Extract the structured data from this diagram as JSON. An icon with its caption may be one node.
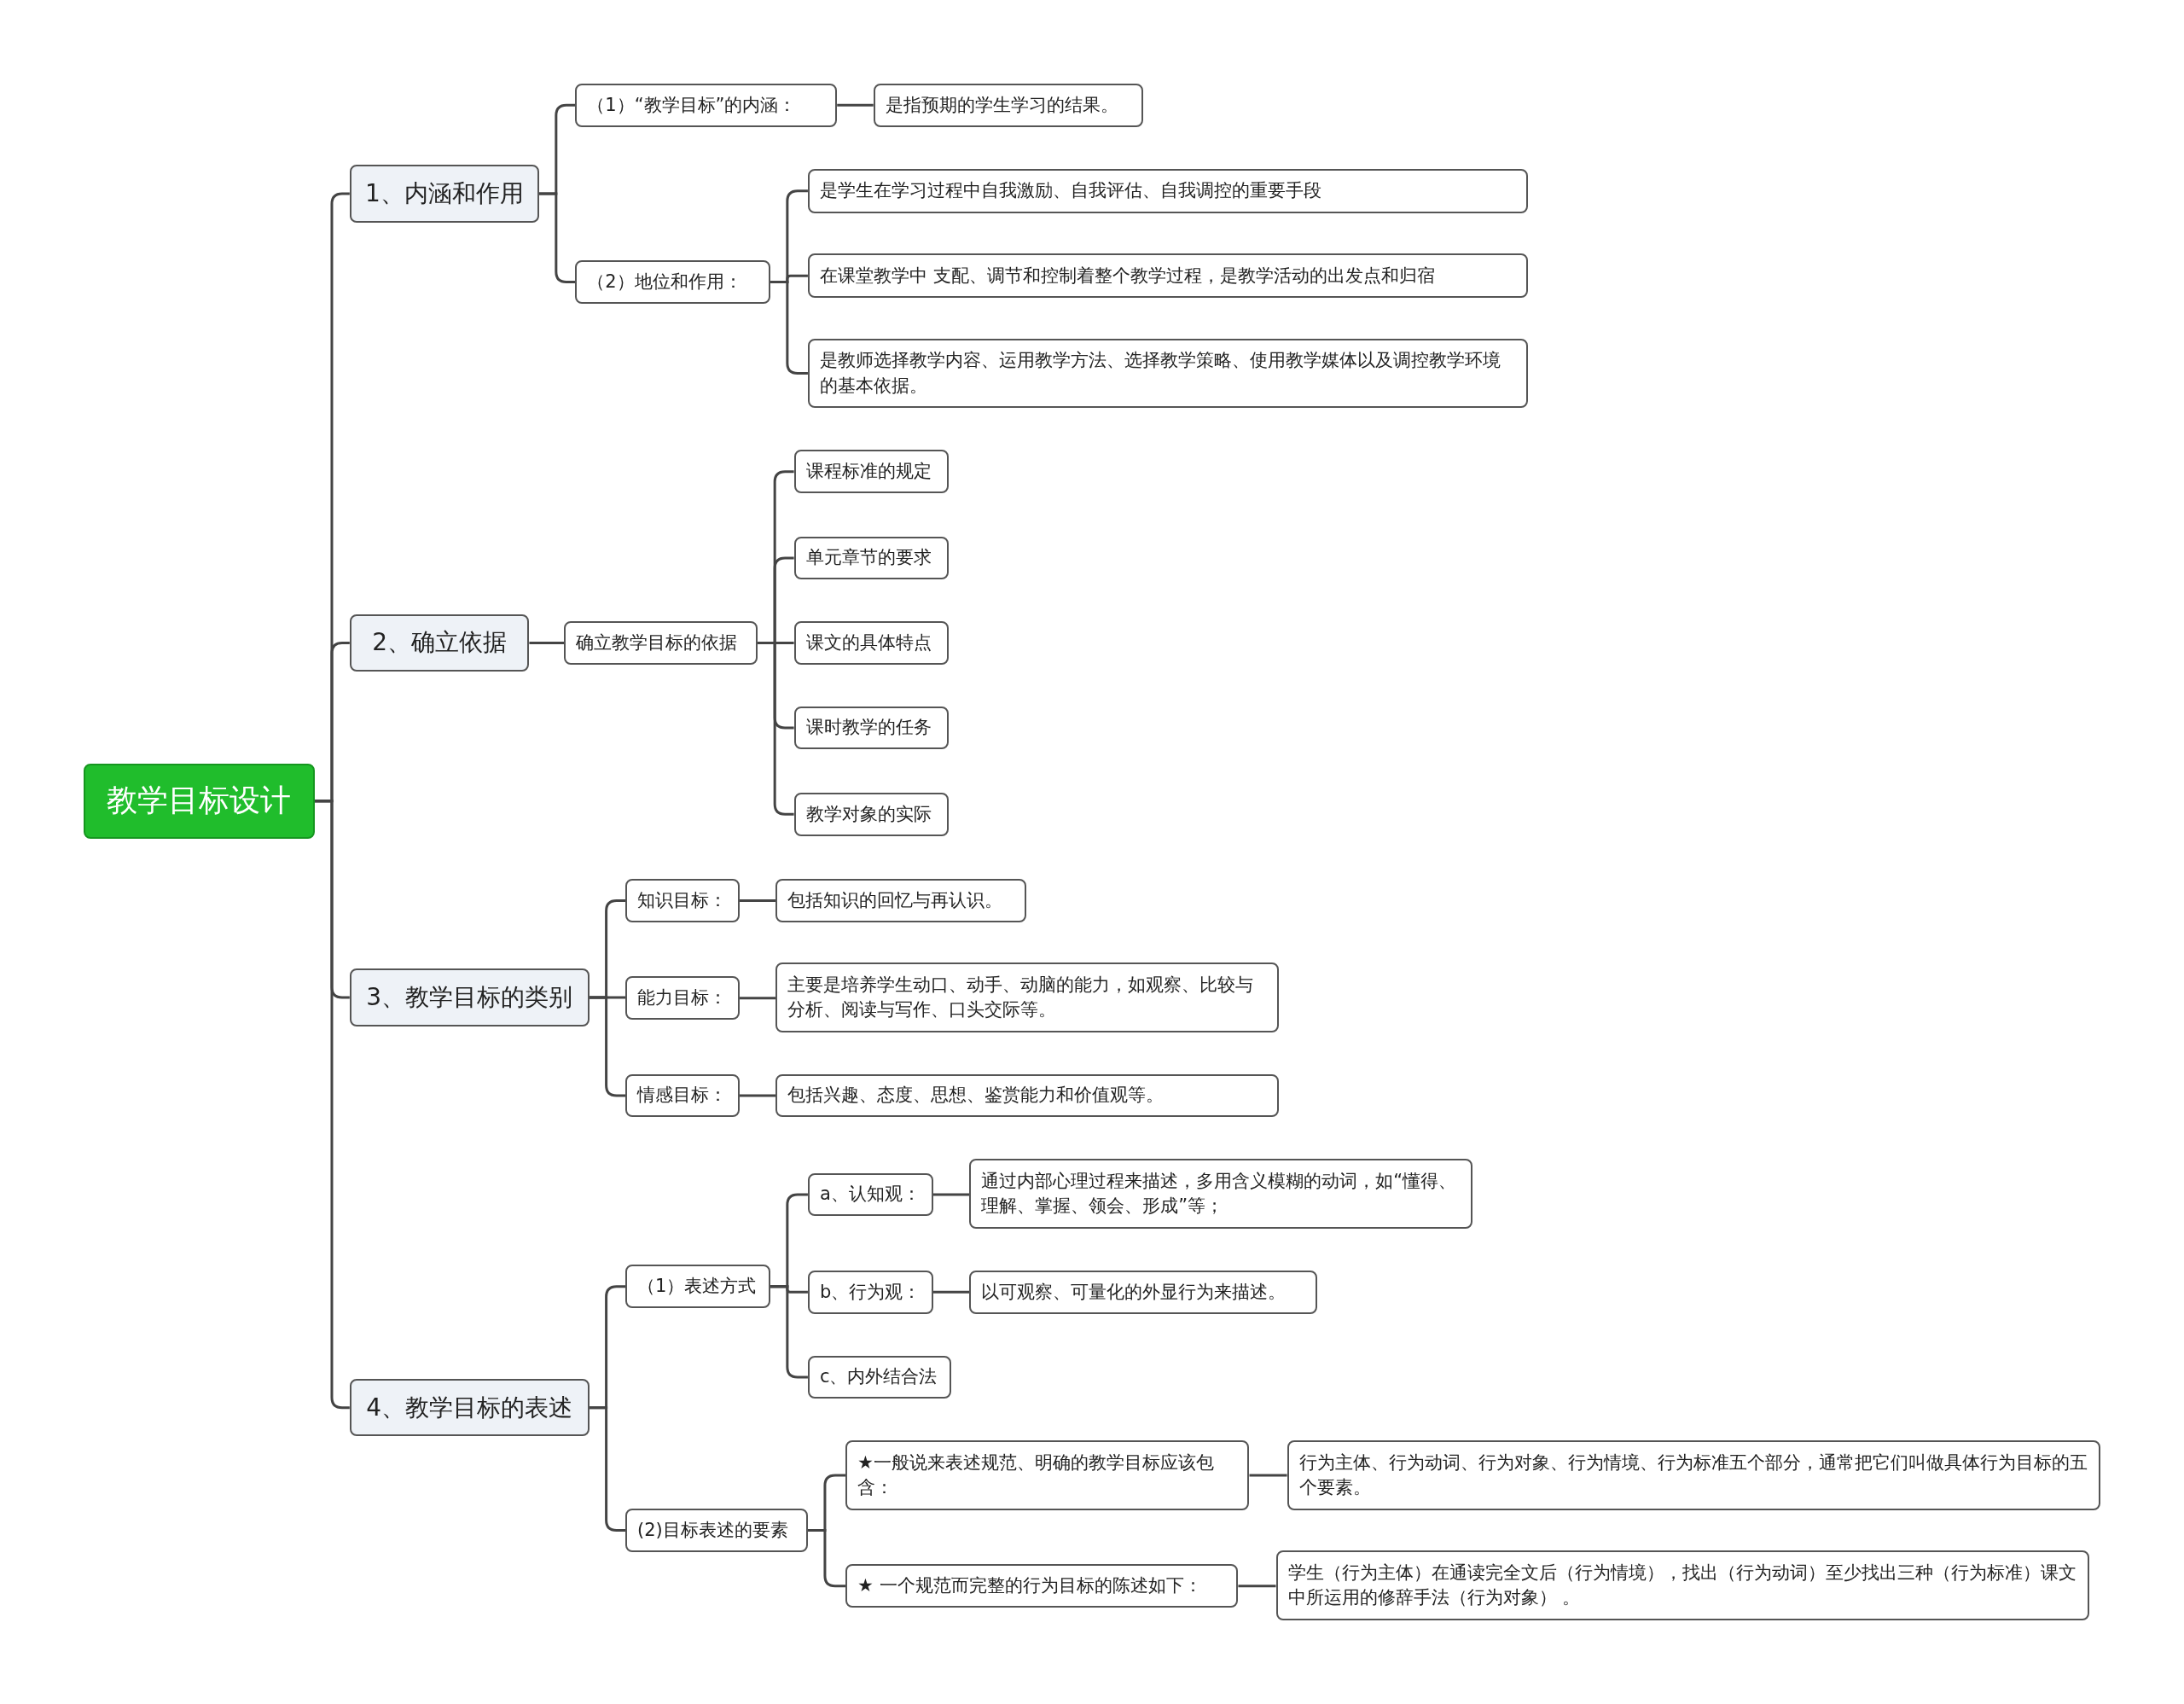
{
  "diagram": {
    "nodes": [
      {
        "text": [
          "教学目标设计"
        ]
      },
      {
        "text": [
          "1、内涵和作用"
        ]
      },
      {
        "text": [
          "（1）“教学目标”的内涵："
        ]
      },
      {
        "text": [
          "是指预期的学生学习的结果。"
        ]
      },
      {
        "text": [
          "（2）地位和作用："
        ]
      },
      {
        "text": [
          "是学生在学习过程中自我激励、自我评估、自我调控的重要手段"
        ]
      },
      {
        "text": [
          "在课堂教学中 支配、调节和控制着整个教学过程，是教学活动的出发点和归宿"
        ]
      },
      {
        "text": [
          "是教师选择教学内容、运用教学方法、选择教学策略、使用教学媒体以及调控教学环境的基本依据。"
        ]
      },
      {
        "text": [
          "2、确立依据"
        ]
      },
      {
        "text": [
          "确立教学目标的依据"
        ]
      },
      {
        "text": [
          "课程标准的规定"
        ]
      },
      {
        "text": [
          "单元章节的要求"
        ]
      },
      {
        "text": [
          "课文的具体特点"
        ]
      },
      {
        "text": [
          "课时教学的任务"
        ]
      },
      {
        "text": [
          "教学对象的实际"
        ]
      },
      {
        "text": [
          "3、教学目标的类别"
        ]
      },
      {
        "text": [
          "知识目标："
        ]
      },
      {
        "text": [
          "包括知识的回忆与再认识。"
        ]
      },
      {
        "text": [
          "能力目标："
        ]
      },
      {
        "text": [
          "主要是培养学生动口、动手、动脑的能力，如观察、比较与分析、阅读与写作、口头交际等。"
        ]
      },
      {
        "text": [
          "情感目标："
        ]
      },
      {
        "text": [
          "包括兴趣、态度、思想、鉴赏能力和价值观等。"
        ]
      },
      {
        "text": [
          "4、教学目标的表述"
        ]
      },
      {
        "text": [
          "（1）表述方式"
        ]
      },
      {
        "text": [
          "a、认知观："
        ]
      },
      {
        "text": [
          "通过内部心理过程来描述，多用含义模糊的动词，如“懂得、理解、掌握、领会、形成”等；"
        ]
      },
      {
        "text": [
          "b、行为观："
        ]
      },
      {
        "text": [
          "以可观察、可量化的外显行为来描述。"
        ]
      },
      {
        "text": [
          "c、内外结合法"
        ]
      },
      {
        "text": [
          "(2)目标表述的要素"
        ]
      },
      {
        "text": [
          "★一般说来表述规范、明确的教学目标应该包含："
        ]
      },
      {
        "text": [
          "行为主体、行为动词、行为对象、行为情境、行为标准五个部分，通常把它们叫做具体行为目标的五个要素。"
        ]
      },
      {
        "text": [
          "★ 一个规范而完整的行为目标的陈述如下："
        ]
      },
      {
        "text": [
          "学生（行为主体）在通读完全文后（行为情境），找出（行为动词）至少找出三种（行为标准）课文中所运用的修辞手法（行为对象） 。"
        ]
      }
    ],
    "edges": [
      {
        "from": 0,
        "to": 1,
        "arrow": "none"
      },
      {
        "from": 1,
        "to": 2,
        "arrow": "none"
      },
      {
        "from": 2,
        "to": 3,
        "arrow": "none"
      },
      {
        "from": 1,
        "to": 4,
        "arrow": "none"
      },
      {
        "from": 4,
        "to": 5,
        "arrow": "none"
      },
      {
        "from": 4,
        "to": 6,
        "arrow": "none"
      },
      {
        "from": 4,
        "to": 7,
        "arrow": "none"
      },
      {
        "from": 0,
        "to": 8,
        "arrow": "none"
      },
      {
        "from": 8,
        "to": 9,
        "arrow": "none"
      },
      {
        "from": 9,
        "to": 10,
        "arrow": "none"
      },
      {
        "from": 9,
        "to": 11,
        "arrow": "none"
      },
      {
        "from": 9,
        "to": 12,
        "arrow": "none"
      },
      {
        "from": 9,
        "to": 13,
        "arrow": "none"
      },
      {
        "from": 9,
        "to": 14,
        "arrow": "none"
      },
      {
        "from": 0,
        "to": 15,
        "arrow": "none"
      },
      {
        "from": 15,
        "to": 16,
        "arrow": "none"
      },
      {
        "from": 16,
        "to": 17,
        "arrow": "none"
      },
      {
        "from": 15,
        "to": 18,
        "arrow": "none"
      },
      {
        "from": 18,
        "to": 19,
        "arrow": "none"
      },
      {
        "from": 15,
        "to": 20,
        "arrow": "none"
      },
      {
        "from": 20,
        "to": 21,
        "arrow": "none"
      },
      {
        "from": 0,
        "to": 22,
        "arrow": "none"
      },
      {
        "from": 22,
        "to": 23,
        "arrow": "none"
      },
      {
        "from": 23,
        "to": 24,
        "arrow": "none"
      },
      {
        "from": 24,
        "to": 25,
        "arrow": "none"
      },
      {
        "from": 23,
        "to": 26,
        "arrow": "none"
      },
      {
        "from": 26,
        "to": 27,
        "arrow": "none"
      },
      {
        "from": 23,
        "to": 28,
        "arrow": "none"
      },
      {
        "from": 22,
        "to": 29,
        "arrow": "none"
      },
      {
        "from": 29,
        "to": 30,
        "arrow": "none"
      },
      {
        "from": 30,
        "to": 31,
        "arrow": "none"
      },
      {
        "from": 29,
        "to": 32,
        "arrow": "none"
      },
      {
        "from": 32,
        "to": 33,
        "arrow": "none"
      }
    ]
  }
}
